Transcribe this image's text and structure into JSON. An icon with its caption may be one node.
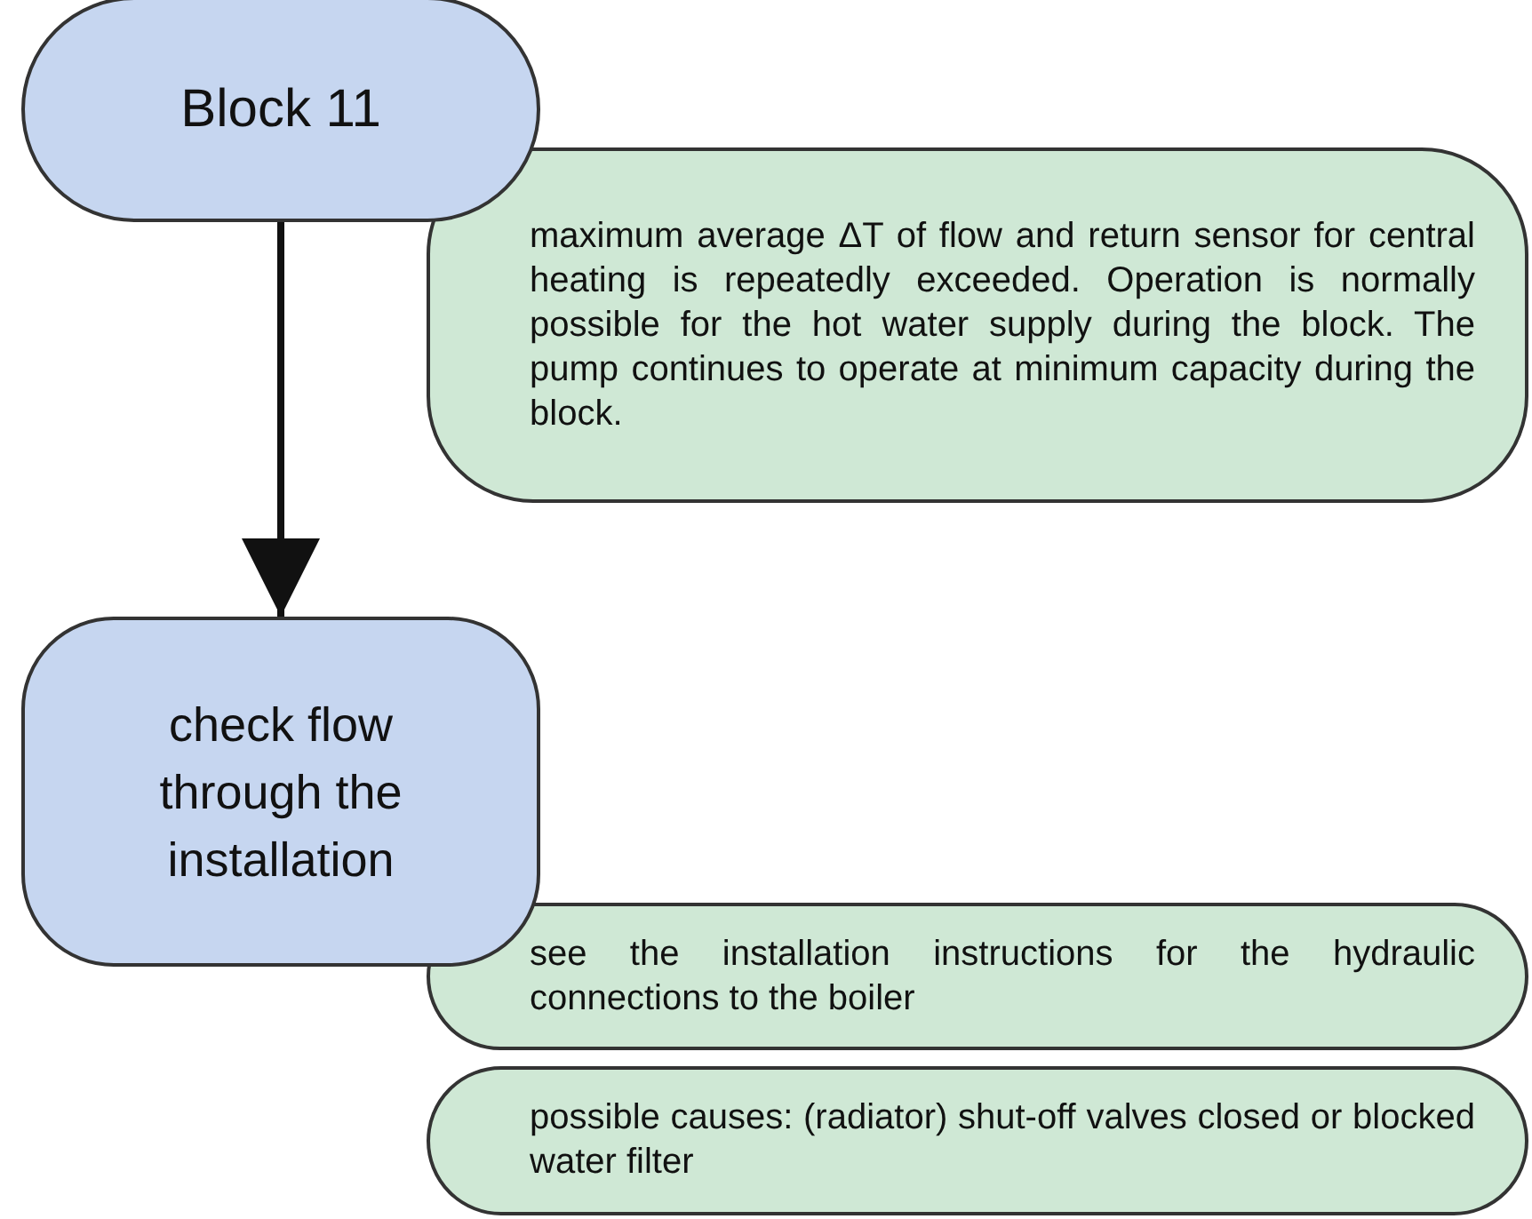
{
  "diagram": {
    "nodes": [
      {
        "text": [
          "Block 11"
        ]
      },
      {
        "text": [
          "maximum average ΔT of flow and return sensor for central heating is repeatedly exceeded. Operation is normally possible for the hot water supply during the block. The pump continues to operate at minimum capacity during the block."
        ]
      },
      {
        "text": [
          "check flow through the installation"
        ]
      },
      {
        "text": [
          "see the installation instructions for the hydraulic connections to the boiler"
        ]
      },
      {
        "text": [
          "possible causes: (radiator) shut-off valves closed or blocked water filter"
        ]
      }
    ],
    "edges": [
      {
        "from": 0,
        "to": 2,
        "arrow": "to"
      }
    ]
  }
}
